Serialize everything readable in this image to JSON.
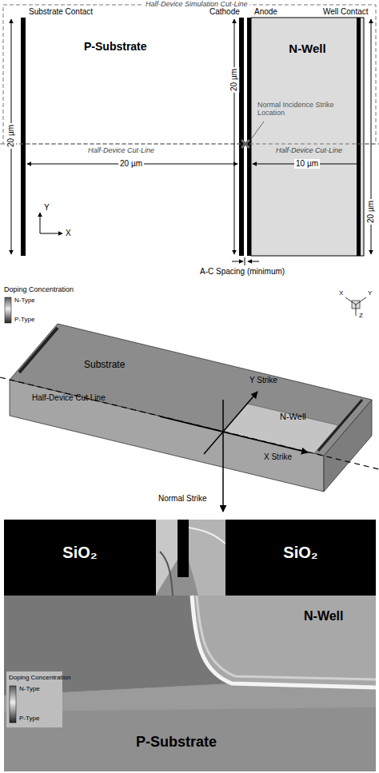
{
  "diagram": {
    "nodes": [
      {
        "text": [
          "N-Well"
        ]
      },
      {
        "text": [
          "SiO₂"
        ]
      },
      {
        "text": [
          "SiO₂"
        ]
      }
    ],
    "labels": [
      "Half-Device Simulation Cut-Line",
      "Substrate Contact",
      "Cathode",
      "Anode",
      "Well Contact",
      "P-Substrate",
      "20 µm",
      "Normal Incidence Strike Location",
      "20 µm",
      "Half-Device Cut-Line",
      "20 µm",
      "Half-Device Cut-Line",
      "10 µm",
      "20 µm",
      "Y",
      "X",
      "A-C Spacing (minimum)",
      "Doping Concentration",
      "N-Type",
      "P-Type",
      "X",
      "Y",
      "Z",
      "Substrate",
      "N-Well",
      "Half-Device Cut Line",
      "Y Strike",
      "X Strike",
      "Normal Strike",
      "N-Well",
      "Doping Concentration",
      "N-Type",
      "P-Type",
      "P-Substrate"
    ]
  }
}
